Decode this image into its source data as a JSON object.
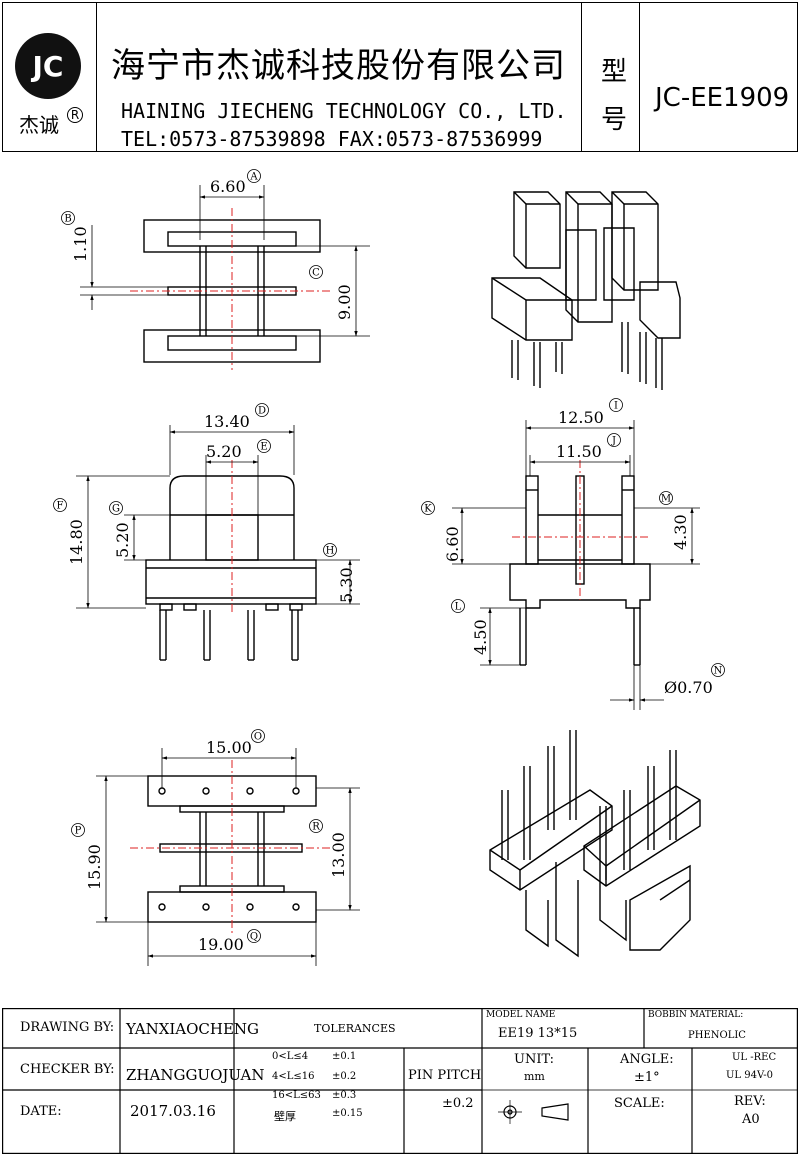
{
  "header": {
    "logo_text": "JC",
    "logo_cn": "杰诚",
    "registered": "R",
    "company_cn": "海宁市杰诚科技股份有限公司",
    "company_en": "HAINING JIECHENG TECHNOLOGY CO., LTD.",
    "contact": "TEL:0573-87539898  FAX:0573-87536999",
    "model_char1": "型",
    "model_char2": "号",
    "part_number": "JC-EE1909"
  },
  "dimensions": {
    "A": {
      "value": "6.60",
      "marker": "A"
    },
    "B": {
      "value": "1.10",
      "marker": "B"
    },
    "C": {
      "value": "9.00",
      "marker": "C"
    },
    "D": {
      "value": "13.40",
      "marker": "D"
    },
    "E": {
      "value": "5.20",
      "marker": "E"
    },
    "F": {
      "value": "14.80",
      "marker": "F"
    },
    "G": {
      "value": "5.20",
      "marker": "G"
    },
    "H": {
      "value": "5.30",
      "marker": "H"
    },
    "I": {
      "value": "12.50",
      "marker": "I"
    },
    "J": {
      "value": "11.50",
      "marker": "J"
    },
    "K": {
      "value": "6.60",
      "marker": "K"
    },
    "L": {
      "value": "4.50",
      "marker": "L"
    },
    "M": {
      "value": "4.30",
      "marker": "M"
    },
    "N": {
      "value": "Ø0.70",
      "marker": "N"
    },
    "O": {
      "value": "15.00",
      "marker": "O"
    },
    "P": {
      "value": "15.90",
      "marker": "P"
    },
    "Q": {
      "value": "19.00",
      "marker": "Q"
    },
    "R": {
      "value": "13.00",
      "marker": "R"
    }
  },
  "title_block": {
    "drawing_by_label": "DRAWING  BY:",
    "drawing_by": "YANXIAOCHENG",
    "checker_by_label": "CHECKER  BY:",
    "checker_by": "ZHANGGUOJUAN",
    "date_label": "DATE:",
    "date": "2017.03.16",
    "tolerances_label": "TOLERANCES",
    "tol_rows": [
      {
        "range": "0<L≤4",
        "tol": "±0.1"
      },
      {
        "range": "4<L≤16",
        "tol": "±0.2"
      },
      {
        "range": "16<L≤63",
        "tol": "±0.3"
      },
      {
        "range": "壁厚",
        "tol": "±0.15"
      }
    ],
    "pin_pitch_label": "PIN PITCH",
    "pin_pitch_tol": "±0.2",
    "model_name_label": "MODEL NAME",
    "model_name": "EE19 13*15",
    "bobbin_material_label": "BOBBIN MATERIAL:",
    "bobbin_material": "PHENOLIC",
    "unit_label": "UNIT:",
    "unit": "mm",
    "angle_label": "ANGLE:",
    "angle": "±1°",
    "ul_rec": "UL -REC",
    "ul_grade": "UL  94V-0",
    "scale_label": "SCALE:",
    "rev_label": "REV:",
    "rev": "A0"
  }
}
